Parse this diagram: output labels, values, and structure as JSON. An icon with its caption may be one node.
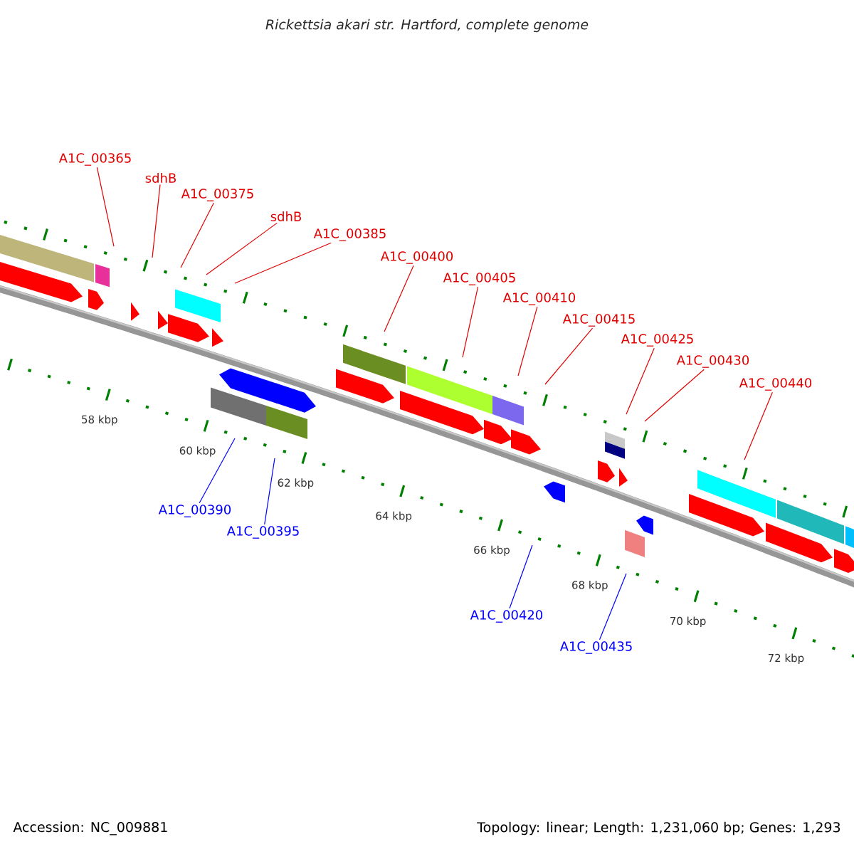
{
  "diagram": {
    "title": "Rickettsia akari str. Hartford, complete genome",
    "nodes": [
      {
        "text": [
          "A1C_00365"
        ]
      },
      {
        "text": [
          "sdhB"
        ]
      },
      {
        "text": [
          "A1C_00375"
        ]
      },
      {
        "text": [
          "sdhB"
        ]
      },
      {
        "text": [
          "A1C_00385"
        ]
      },
      {
        "text": [
          "A1C_00400"
        ]
      },
      {
        "text": [
          "A1C_00405"
        ]
      },
      {
        "text": [
          "A1C_00410"
        ]
      },
      {
        "text": [
          "A1C_00415"
        ]
      },
      {
        "text": [
          "A1C_00425"
        ]
      },
      {
        "text": [
          "A1C_00430"
        ]
      },
      {
        "text": [
          "A1C_00440"
        ]
      },
      {
        "text": [
          "A1C_00390"
        ]
      },
      {
        "text": [
          "A1C_00395"
        ]
      },
      {
        "text": [
          "A1C_00420"
        ]
      },
      {
        "text": [
          "A1C_00435"
        ]
      }
    ],
    "edges": [
      {
        "from": 0,
        "to": null,
        "arrow": "none"
      },
      {
        "from": 1,
        "to": null,
        "arrow": "none"
      },
      {
        "from": 2,
        "to": null,
        "arrow": "none"
      },
      {
        "from": 3,
        "to": null,
        "arrow": "none"
      },
      {
        "from": 4,
        "to": null,
        "arrow": "none"
      },
      {
        "from": 5,
        "to": null,
        "arrow": "none"
      },
      {
        "from": 6,
        "to": null,
        "arrow": "none"
      },
      {
        "from": 7,
        "to": null,
        "arrow": "none"
      },
      {
        "from": 8,
        "to": null,
        "arrow": "none"
      },
      {
        "from": 9,
        "to": null,
        "arrow": "none"
      },
      {
        "from": 10,
        "to": null,
        "arrow": "none"
      },
      {
        "from": 11,
        "to": null,
        "arrow": "none"
      },
      {
        "from": 12,
        "to": null,
        "arrow": "none",
        "color": "#0000ff"
      },
      {
        "from": 13,
        "to": null,
        "arrow": "none",
        "color": "#0000ff"
      },
      {
        "from": 14,
        "to": null,
        "arrow": "none",
        "color": "#0000ff"
      },
      {
        "from": 15,
        "to": null,
        "arrow": "none",
        "color": "#0000ff"
      }
    ],
    "labels": [
      "58 kbp",
      "60 kbp",
      "62 kbp",
      "64 kbp",
      "66 kbp",
      "68 kbp",
      "70 kbp",
      "72 kbp",
      "Accession: NC_009881",
      "Topology: linear; Length: 1,231,060 bp; Genes: 1,293"
    ]
  }
}
